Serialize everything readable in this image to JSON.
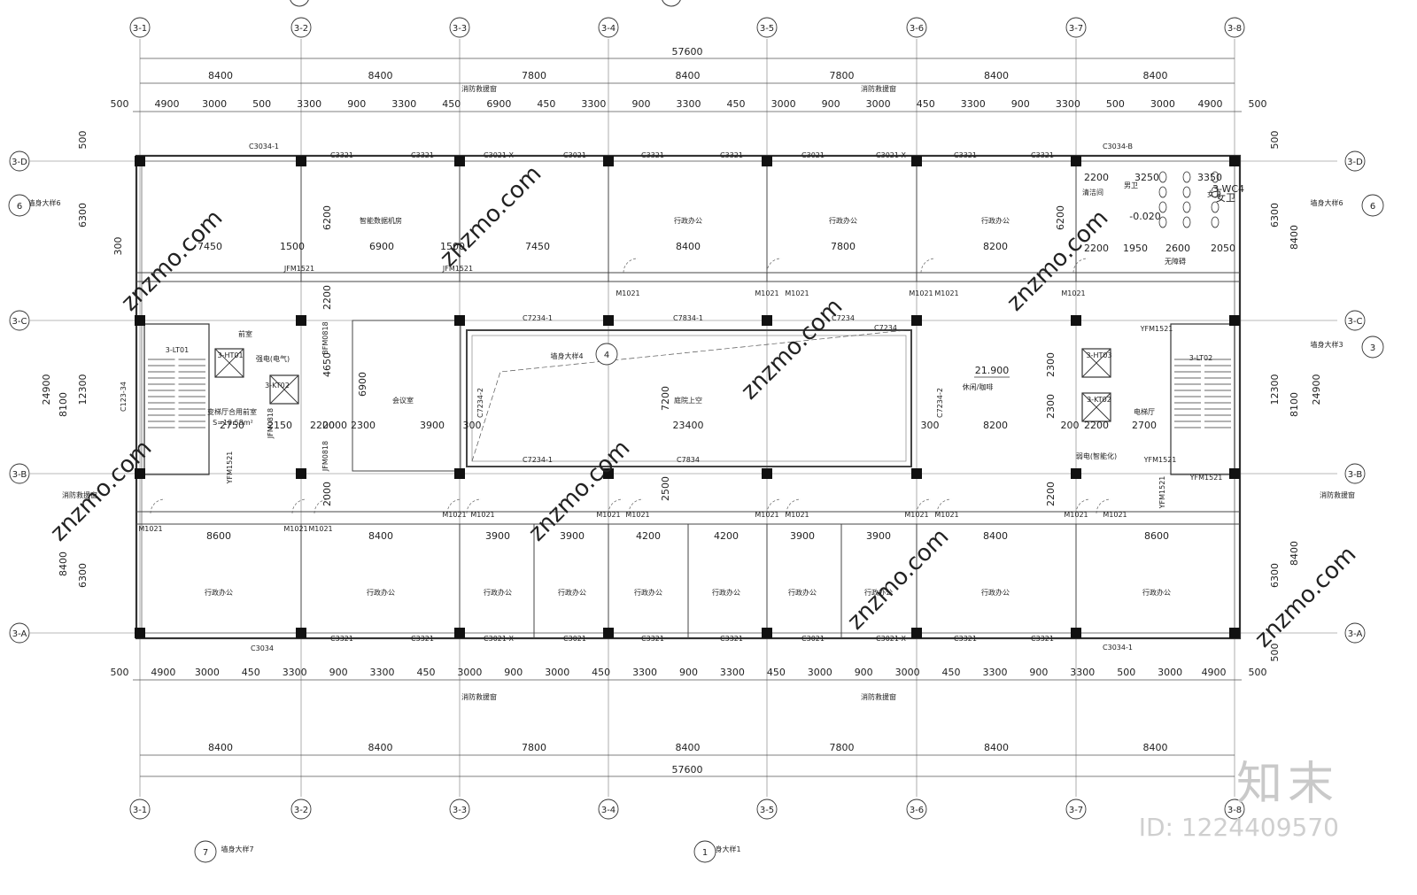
{
  "grid": {
    "cols": [
      "3-1",
      "3-2",
      "3-3",
      "3-4",
      "3-5",
      "3-6",
      "3-7",
      "3-8"
    ],
    "rows": [
      "3-D",
      "3-C",
      "3-B",
      "3-A"
    ]
  },
  "dims": {
    "overall": "57600",
    "bays": [
      "8400",
      "8400",
      "7800",
      "8400",
      "7800",
      "8400",
      "8400"
    ],
    "top_sub": [
      "500",
      "4900",
      "3000",
      "500",
      "3300",
      "900",
      "3300",
      "450",
      "6900",
      "450",
      "3300",
      "900",
      "3300",
      "450",
      "3000",
      "900",
      "3000",
      "450",
      "3300",
      "900",
      "3300",
      "500",
      "3000",
      "4900",
      "500"
    ],
    "bottom_sub": [
      "500",
      "4900",
      "3000",
      "450",
      "3300",
      "900",
      "3300",
      "450",
      "3000",
      "900",
      "3000",
      "450",
      "3300",
      "900",
      "3300",
      "450",
      "3000",
      "900",
      "3000",
      "450",
      "3300",
      "900",
      "3300",
      "500",
      "3000",
      "4900",
      "500"
    ],
    "left": [
      "500",
      "6300",
      "300",
      "12300",
      "8100",
      "24900",
      "8400",
      "6300"
    ],
    "right": [
      "500",
      "6300",
      "8400",
      "12300",
      "8100",
      "24900",
      "8400",
      "6300",
      "500"
    ],
    "inner_top_row": [
      "7450",
      "1500",
      "6900",
      "1500",
      "7450",
      "8400",
      "7800",
      "8200"
    ],
    "inner_mid_row": [
      "2750",
      "2150",
      "2200",
      "2000",
      "2300",
      "3900",
      "300",
      "23400",
      "300",
      "8200",
      "200",
      "2200",
      "2700"
    ],
    "inner_bottom_row": [
      "8600",
      "8400",
      "3900",
      "3900",
      "4200",
      "4200",
      "3900",
      "3900",
      "8400",
      "8600"
    ],
    "vertical_misc": [
      "6200",
      "2200",
      "4650",
      "6900",
      "2000",
      "2500",
      "6200",
      "7200",
      "2300",
      "2300",
      "2200"
    ]
  },
  "rooms": {
    "top": [
      "智能数据机房",
      "行政办公",
      "行政办公",
      "行政办公"
    ],
    "middle": [
      "会议室",
      "庭院上空",
      "休闲/咖啡"
    ],
    "bottom": [
      "行政办公",
      "行政办公",
      "行政办公",
      "行政办公",
      "行政办公",
      "行政办公",
      "行政办公",
      "行政办公",
      "行政办公",
      "行政办公"
    ],
    "service": [
      "清洁间",
      "男卫",
      "女卫",
      "无障碍",
      "电梯厅",
      "弱电(智能化)",
      "前室",
      "强电(电气)",
      "变梯厅合用前室",
      "S=10.58m²",
      "3-LT01",
      "3-LT02",
      "3-HT01",
      "3-KT02",
      "3-HT03",
      "3-KT02"
    ]
  },
  "tags": {
    "windows": [
      "C3034-1",
      "C3321",
      "C3321",
      "C3021-X",
      "C3021",
      "C3321",
      "C3321",
      "C3021",
      "C3021-X",
      "C3321",
      "C3321",
      "C3034-B",
      "C7234-1",
      "C7834-1",
      "C7234",
      "C7234-2",
      "C7234-2",
      "C7234",
      "C7834",
      "C7234-1",
      "C123-34",
      "C3034",
      "C3321",
      "C3321",
      "C3021-X",
      "C3021",
      "C3321",
      "C3321",
      "C3021",
      "C3021-X",
      "C3321",
      "C3321",
      "C3034-1"
    ],
    "doors": [
      "JFM1521",
      "JFM1521",
      "M1021",
      "M1021",
      "M1021",
      "M1021",
      "M1021",
      "M1021",
      "M1021",
      "M1021",
      "M1021",
      "M1021",
      "M1021",
      "M1021",
      "M1021",
      "M1021",
      "M1021",
      "M1021",
      "M1021",
      "M1021",
      "M1021",
      "YFM1521",
      "YFM1521",
      "YFM1521",
      "YFM1521",
      "YFM1521",
      "BFM0818",
      "JFM0818",
      "JFM0818"
    ],
    "details": [
      "墙身大样6",
      "墙身大样6",
      "墙身大样3",
      "墙身大样4",
      "墙身大样7",
      "墙身大样1"
    ],
    "detail_nums": [
      "6",
      "6",
      "3",
      "4",
      "7",
      "1"
    ],
    "smoke": [
      "消防救援窗",
      "消防救援窗",
      "消防救援窗",
      "消防救援窗",
      "消防救援窗",
      "消防救援窗"
    ],
    "elevation": "21.900",
    "wc_elev": "-0.020",
    "wc": [
      "3250",
      "3350",
      "2600",
      "1950",
      "2050",
      "2200",
      "2200",
      "3-WC4",
      "女卫"
    ]
  },
  "watermark": {
    "logo": "知末",
    "id": "ID: 1224409570",
    "site": "znzmo.com"
  }
}
